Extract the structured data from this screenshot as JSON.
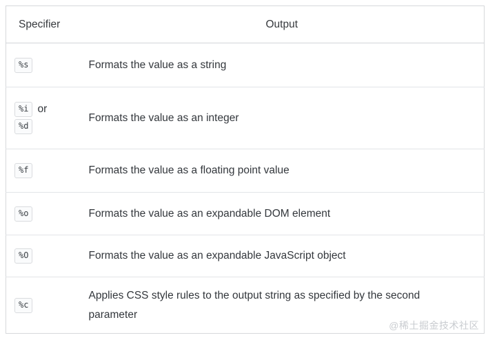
{
  "table": {
    "headers": {
      "specifier": "Specifier",
      "output": "Output"
    },
    "rows": [
      {
        "specifiers": [
          "%s"
        ],
        "joiner": "",
        "description": "Formats the value as a string"
      },
      {
        "specifiers": [
          "%i",
          "%d"
        ],
        "joiner": "or",
        "description": "Formats the value as an integer"
      },
      {
        "specifiers": [
          "%f"
        ],
        "joiner": "",
        "description": "Formats the value as a floating point value"
      },
      {
        "specifiers": [
          "%o"
        ],
        "joiner": "",
        "description": "Formats the value as an expandable DOM element"
      },
      {
        "specifiers": [
          "%O"
        ],
        "joiner": "",
        "description": "Formats the value as an expandable JavaScript object"
      },
      {
        "specifiers": [
          "%c"
        ],
        "joiner": "",
        "description": "Applies CSS style rules to the output string as specified by the second parameter"
      }
    ],
    "watermark": "@稀土掘金技术社区"
  }
}
